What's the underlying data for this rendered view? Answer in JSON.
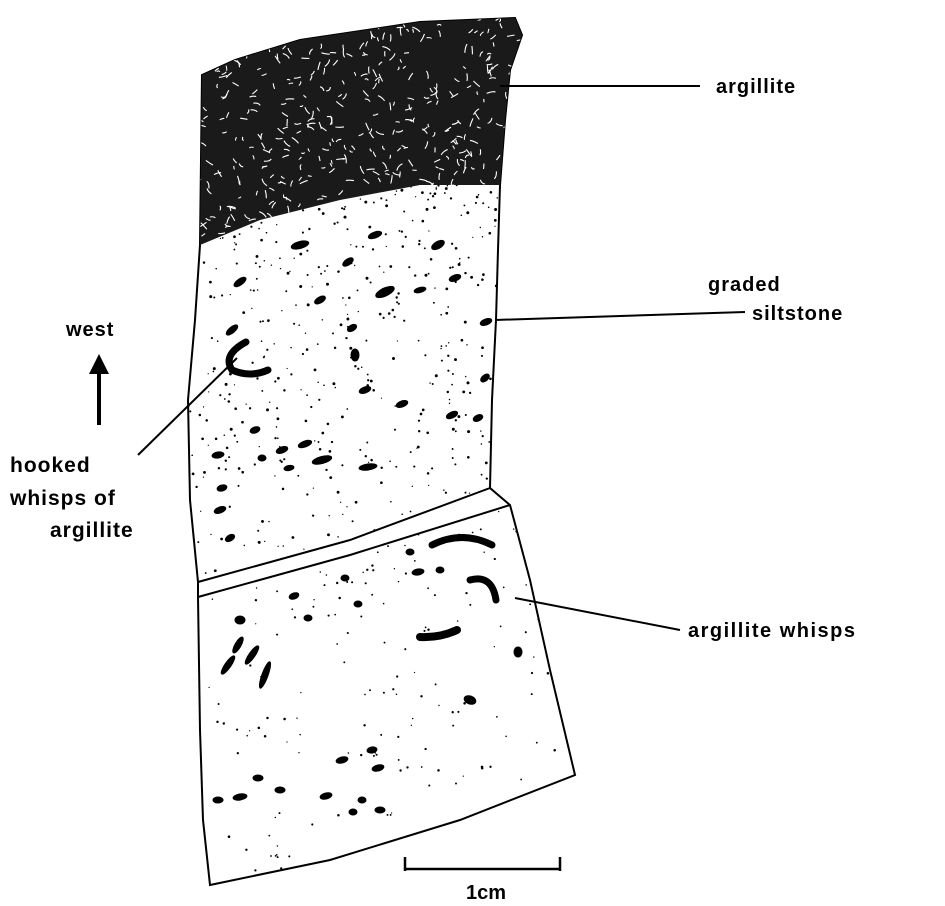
{
  "labels": {
    "argillite": "argillite",
    "graded": "graded",
    "siltstone": "siltstone",
    "west": "west",
    "hooked_1": "hooked",
    "hooked_2": "whisps of",
    "hooked_3": "argillite",
    "whisps": "argillite whisps",
    "scale": "1cm"
  },
  "colors": {
    "ink": "#000000",
    "paper": "#ffffff"
  }
}
